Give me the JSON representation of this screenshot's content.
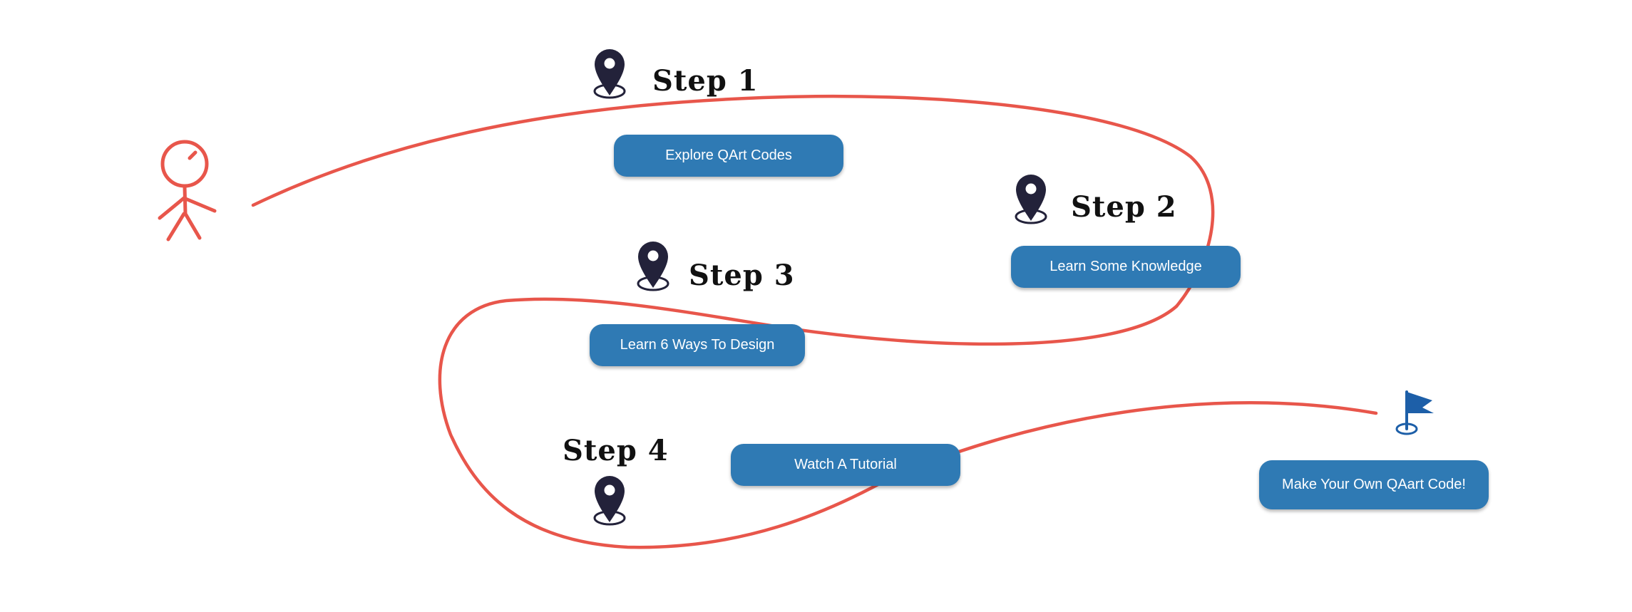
{
  "steps": [
    {
      "label": "Step 1",
      "button": "Explore QArt Codes"
    },
    {
      "label": "Step 2",
      "button": "Learn Some Knowledge"
    },
    {
      "label": "Step 3",
      "button": "Learn 6 Ways To Design"
    },
    {
      "label": "Step 4",
      "button": "Watch A Tutorial"
    }
  ],
  "finish": {
    "button": "Make Your Own QAart Code!"
  },
  "colors": {
    "path": "#e8564b",
    "button": "#2f7ab4",
    "pin": "#23223a",
    "flag": "#1d5fa8"
  },
  "icons": [
    "stick-figure-icon",
    "location-pin-icon",
    "flag-icon"
  ]
}
